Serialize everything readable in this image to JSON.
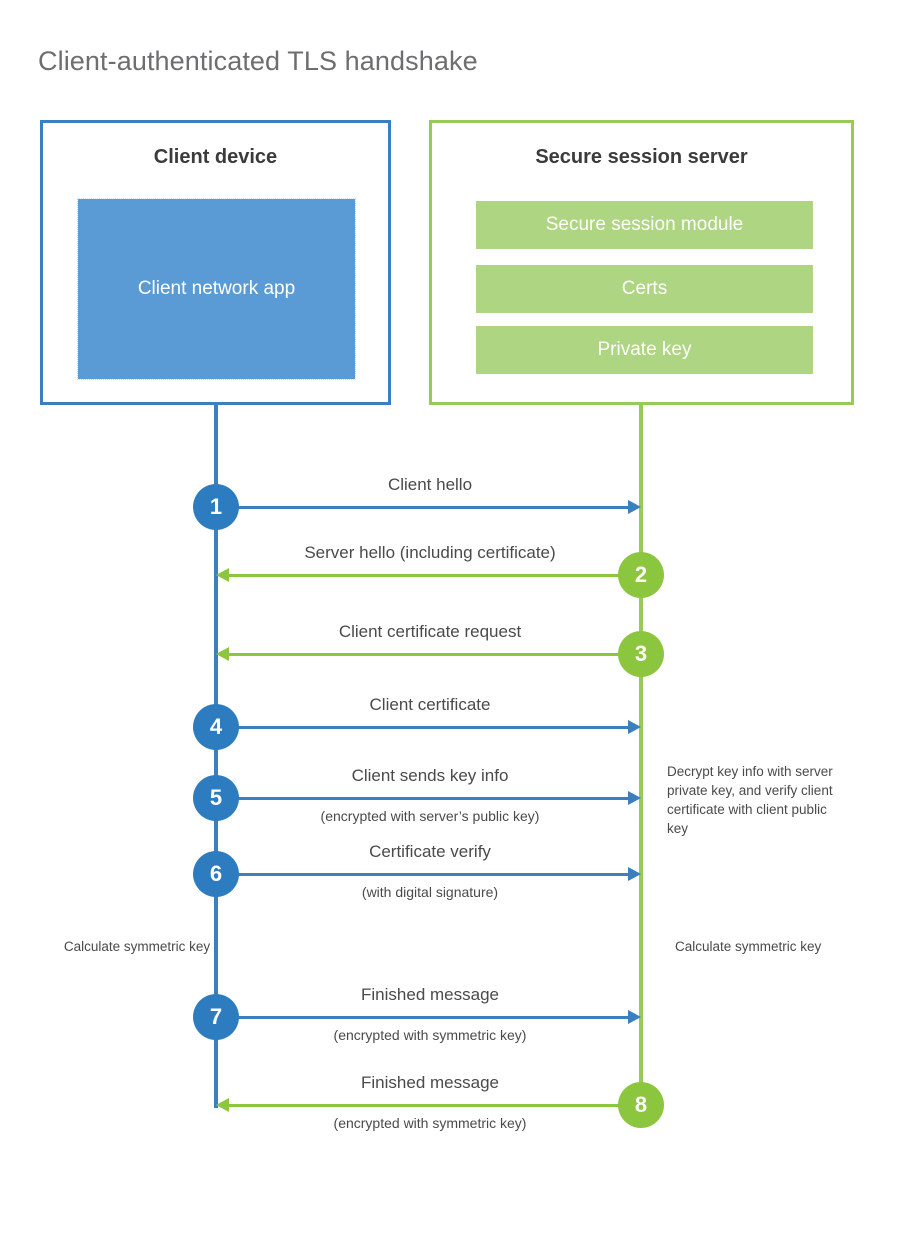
{
  "title": "Client-authenticated TLS handshake",
  "colors": {
    "client_accent": "#3c7fbf",
    "server_accent": "#8cc63f",
    "client_block_fill": "#5b9bd5",
    "server_block_fill": "#aed581",
    "title_text": "#6d6e71",
    "body_text": "#4a4a4a"
  },
  "actors": {
    "client": {
      "title": "Client device",
      "blocks": [
        {
          "label": "Client network app"
        }
      ]
    },
    "server": {
      "title": "Secure session server",
      "blocks": [
        {
          "label": "Secure session module"
        },
        {
          "label": "Certs"
        },
        {
          "label": "Private key"
        }
      ]
    }
  },
  "messages": [
    {
      "number": "1",
      "label": "Client hello",
      "sub": "",
      "direction": "client-to-server"
    },
    {
      "number": "2",
      "label": "Server hello (including certificate)",
      "sub": "",
      "direction": "server-to-client"
    },
    {
      "number": "3",
      "label": "Client certificate request",
      "sub": "",
      "direction": "server-to-client"
    },
    {
      "number": "4",
      "label": "Client certificate",
      "sub": "",
      "direction": "client-to-server"
    },
    {
      "number": "5",
      "label": "Client sends key info",
      "sub": "(encrypted with server’s public key)",
      "direction": "client-to-server"
    },
    {
      "number": "6",
      "label": "Certificate verify",
      "sub": "(with digital signature)",
      "direction": "client-to-server"
    },
    {
      "number": "7",
      "label": "Finished message",
      "sub": "(encrypted with symmetric key)",
      "direction": "client-to-server"
    },
    {
      "number": "8",
      "label": "Finished message",
      "sub": "(encrypted with symmetric key)",
      "direction": "server-to-client"
    }
  ],
  "notes": {
    "decrypt": "Decrypt key info with server private key, and verify client certificate with client public key",
    "calculate_client": "Calculate symmetric key",
    "calculate_server": "Calculate symmetric key"
  },
  "chart_data": {
    "type": "diagram",
    "diagram_kind": "sequence",
    "title": "Client-authenticated TLS handshake",
    "participants": [
      "Client device",
      "Secure session server"
    ],
    "steps": [
      {
        "n": 1,
        "from": "Client device",
        "to": "Secure session server",
        "text": "Client hello"
      },
      {
        "n": 2,
        "from": "Secure session server",
        "to": "Client device",
        "text": "Server hello (including certificate)"
      },
      {
        "n": 3,
        "from": "Secure session server",
        "to": "Client device",
        "text": "Client certificate request"
      },
      {
        "n": 4,
        "from": "Client device",
        "to": "Secure session server",
        "text": "Client certificate"
      },
      {
        "n": 5,
        "from": "Client device",
        "to": "Secure session server",
        "text": "Client sends key info (encrypted with server’s public key)"
      },
      {
        "n": 6,
        "from": "Client device",
        "to": "Secure session server",
        "text": "Certificate verify (with digital signature)"
      },
      {
        "n": 7,
        "from": "Client device",
        "to": "Secure session server",
        "text": "Finished message (encrypted with symmetric key)"
      },
      {
        "n": 8,
        "from": "Secure session server",
        "to": "Client device",
        "text": "Finished message (encrypted with symmetric key)"
      }
    ]
  }
}
